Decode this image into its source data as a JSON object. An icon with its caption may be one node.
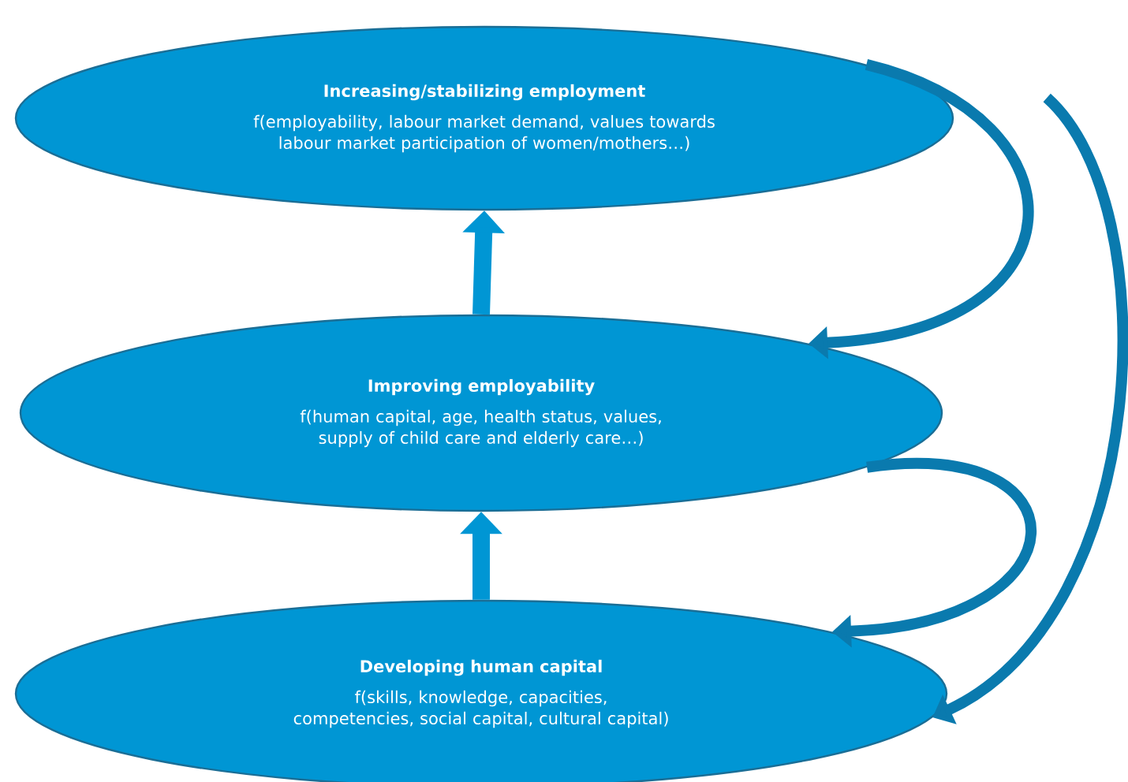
{
  "diagram": {
    "nodes": [
      {
        "text": [
          "Increasing/stabilizing employment",
          "f(employability, labour market demand, values towards labour market participation of women/mothers…)"
        ]
      },
      {
        "text": [
          "Improving employability",
          "f(human capital, age, health status, values, supply of child care and elderly care…)"
        ]
      },
      {
        "text": [
          "Developing human capital",
          "f(skills, knowledge, capacities, competencies, social capital, cultural capital)"
        ]
      }
    ],
    "edges": [
      {
        "from": 2,
        "to": 1,
        "arrow": "to"
      },
      {
        "from": 1,
        "to": 0,
        "arrow": "to"
      },
      {
        "from": 0,
        "to": 1,
        "arrow": "to"
      },
      {
        "from": 1,
        "to": 2,
        "arrow": "to"
      },
      {
        "from": 0,
        "to": 2,
        "arrow": "to"
      }
    ]
  }
}
